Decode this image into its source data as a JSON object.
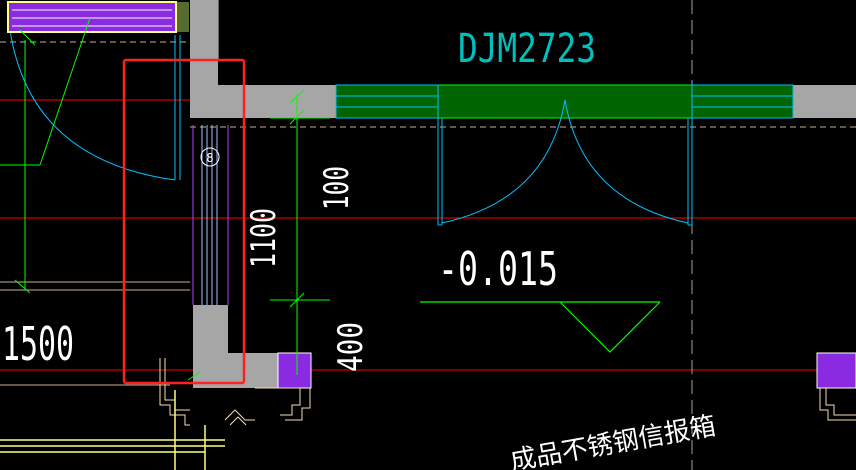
{
  "drawing": {
    "door_code": "DJM2723",
    "elevation_label": "-0.015",
    "dimensions": {
      "dim_100": "100",
      "dim_1100": "1100",
      "dim_400": "400",
      "dim_1500": "1500"
    },
    "column_marker": "8",
    "note_text": "成品不锈钢信报箱",
    "colors": {
      "background": "#000000",
      "wall_fill": "#a6a6a6",
      "red_line": "#ff0000",
      "cyan_line": "#00bfff",
      "green_line": "#00ff00",
      "purple_block": "#8a2be2",
      "yellow_line": "#ffff80",
      "beige_line": "#f5deb3",
      "glass_green": "#006400",
      "highlight_box": "#ff2020"
    }
  }
}
